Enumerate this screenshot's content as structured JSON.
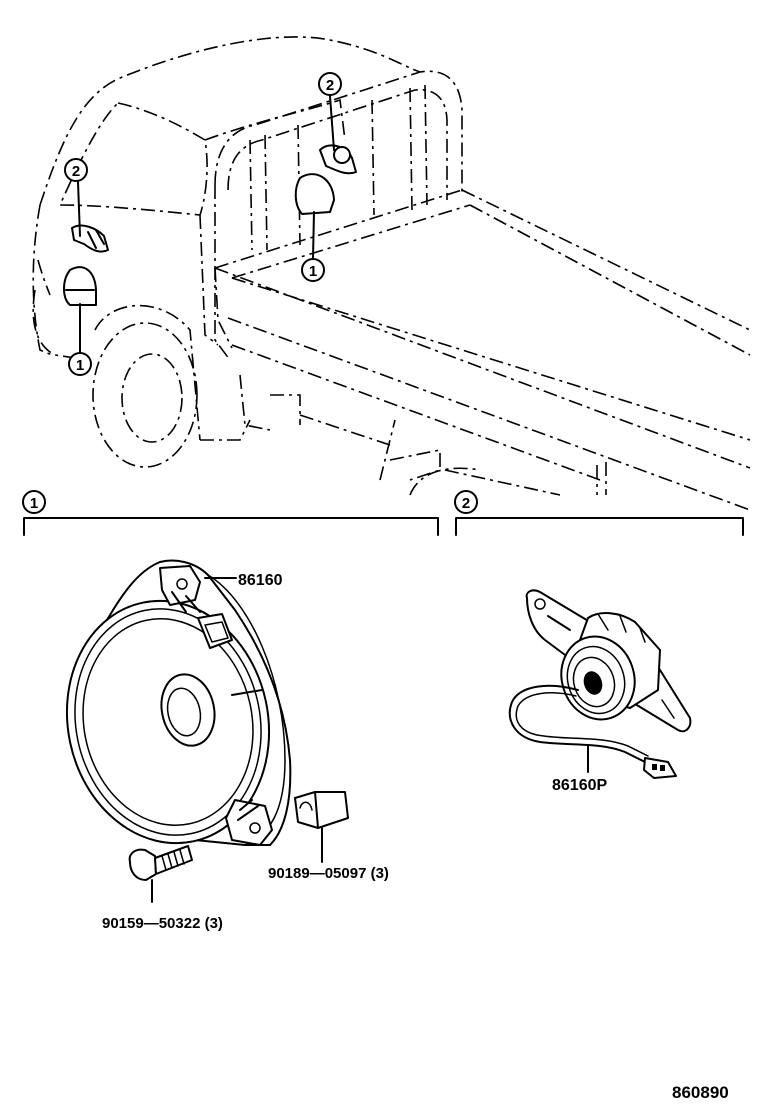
{
  "callouts": {
    "front_speaker_ref": "1",
    "front_tweeter_ref": "2",
    "rear_speaker_ref": "1",
    "rear_tweeter_ref": "2"
  },
  "sections": {
    "left_header": "1",
    "right_header": "2"
  },
  "parts": {
    "speaker": "86160",
    "tweeter": "86160P",
    "nut": "90189—05097 (3)",
    "screw": "90159—50322 (3)"
  },
  "figure_id": "860890"
}
